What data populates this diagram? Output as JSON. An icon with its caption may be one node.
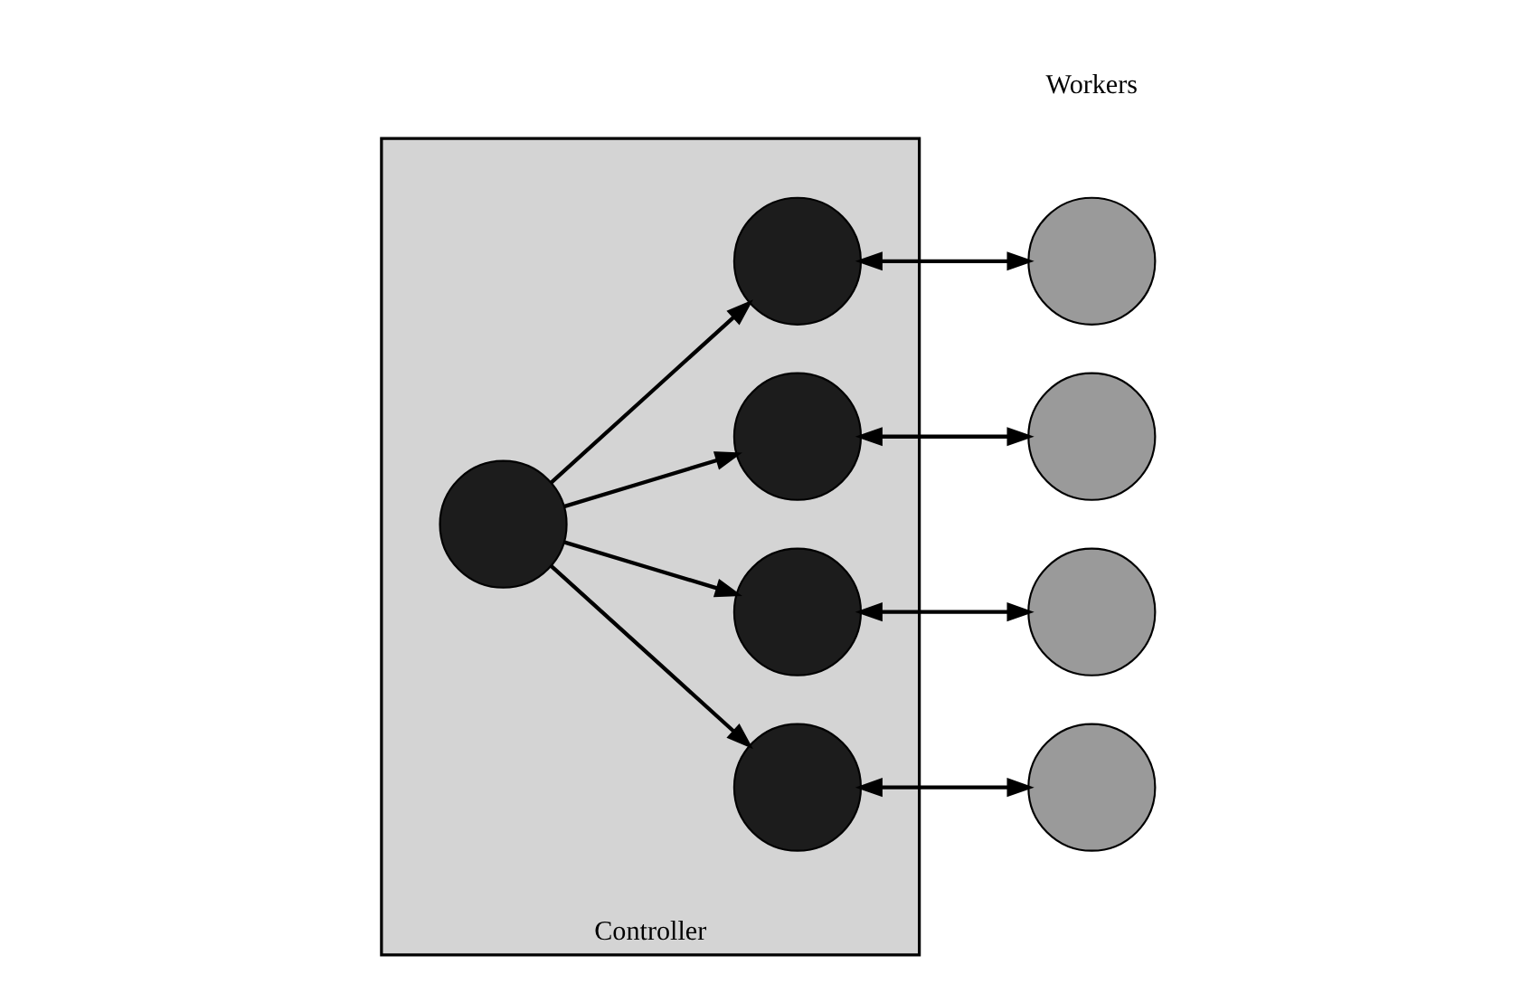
{
  "diagram": {
    "nodes": [
      {
        "text": [
          "Controller"
        ]
      },
      {
        "text": [],
        "shape": "circle",
        "in": 0
      },
      {
        "text": [],
        "shape": "circle",
        "in": 0
      },
      {
        "text": [],
        "shape": "circle",
        "in": 0
      },
      {
        "text": [],
        "shape": "circle",
        "in": 0
      },
      {
        "text": [],
        "shape": "circle",
        "in": 0
      },
      {
        "text": [],
        "shape": "circle"
      },
      {
        "text": [],
        "shape": "circle"
      },
      {
        "text": [],
        "shape": "circle"
      },
      {
        "text": [],
        "shape": "circle"
      }
    ],
    "edges": [
      {
        "from": 1,
        "to": 2,
        "arrow": "to"
      },
      {
        "from": 1,
        "to": 3,
        "arrow": "to"
      },
      {
        "from": 1,
        "to": 4,
        "arrow": "to"
      },
      {
        "from": 1,
        "to": 5,
        "arrow": "to"
      },
      {
        "from": 2,
        "to": 6,
        "arrow": "both"
      },
      {
        "from": 3,
        "to": 7,
        "arrow": "both"
      },
      {
        "from": 4,
        "to": 8,
        "arrow": "both"
      },
      {
        "from": 5,
        "to": 9,
        "arrow": "both"
      }
    ],
    "labels": [
      "Workers"
    ]
  }
}
